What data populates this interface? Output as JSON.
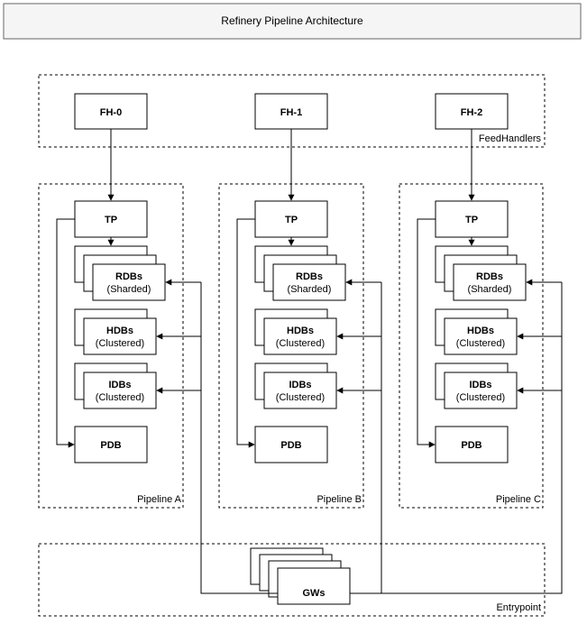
{
  "header": {
    "title": "Refinery Pipeline Architecture"
  },
  "feedhandlers": {
    "label": "FeedHandlers",
    "nodes": [
      "FH-0",
      "FH-1",
      "FH-2"
    ]
  },
  "pipelines": [
    {
      "label": "Pipeline A",
      "tp": "TP",
      "rdbs": {
        "title": "RDBs",
        "sub": "(Sharded)"
      },
      "hdbs": {
        "title": "HDBs",
        "sub": "(Clustered)"
      },
      "idbs": {
        "title": "IDBs",
        "sub": "(Clustered)"
      },
      "pdb": "PDB"
    },
    {
      "label": "Pipeline B",
      "tp": "TP",
      "rdbs": {
        "title": "RDBs",
        "sub": "(Sharded)"
      },
      "hdbs": {
        "title": "HDBs",
        "sub": "(Clustered)"
      },
      "idbs": {
        "title": "IDBs",
        "sub": "(Clustered)"
      },
      "pdb": "PDB"
    },
    {
      "label": "Pipeline C",
      "tp": "TP",
      "rdbs": {
        "title": "RDBs",
        "sub": "(Sharded)"
      },
      "hdbs": {
        "title": "HDBs",
        "sub": "(Clustered)"
      },
      "idbs": {
        "title": "IDBs",
        "sub": "(Clustered)"
      },
      "pdb": "PDB"
    }
  ],
  "entrypoint": {
    "label": "Entrypoint",
    "gw": "GWs"
  }
}
